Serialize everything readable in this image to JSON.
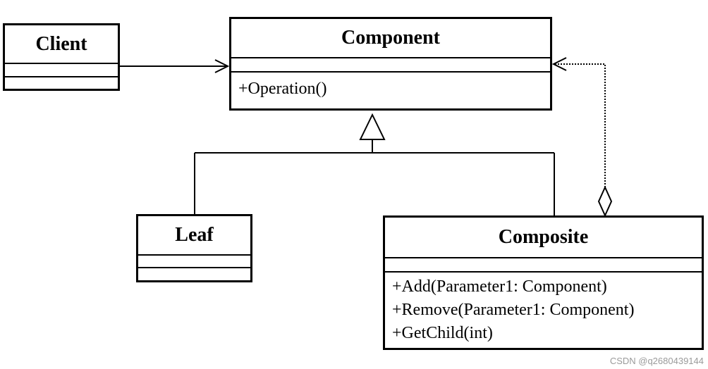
{
  "classes": {
    "client": {
      "name": "Client"
    },
    "component": {
      "name": "Component",
      "operations": [
        "+Operation()"
      ]
    },
    "leaf": {
      "name": "Leaf"
    },
    "composite": {
      "name": "Composite",
      "operations": [
        "+Add(Parameter1: Component)",
        "+Remove(Parameter1: Component)",
        "+GetChild(int)"
      ]
    }
  },
  "relationships": [
    {
      "type": "association",
      "from": "Client",
      "to": "Component"
    },
    {
      "type": "generalization",
      "from": "Leaf",
      "to": "Component"
    },
    {
      "type": "generalization",
      "from": "Composite",
      "to": "Component"
    },
    {
      "type": "aggregation",
      "from": "Composite",
      "to": "Component"
    }
  ],
  "watermark": "CSDN @q2680439144",
  "colors": {
    "line": "#000000",
    "background": "#ffffff",
    "watermark": "#9a9a9a"
  }
}
